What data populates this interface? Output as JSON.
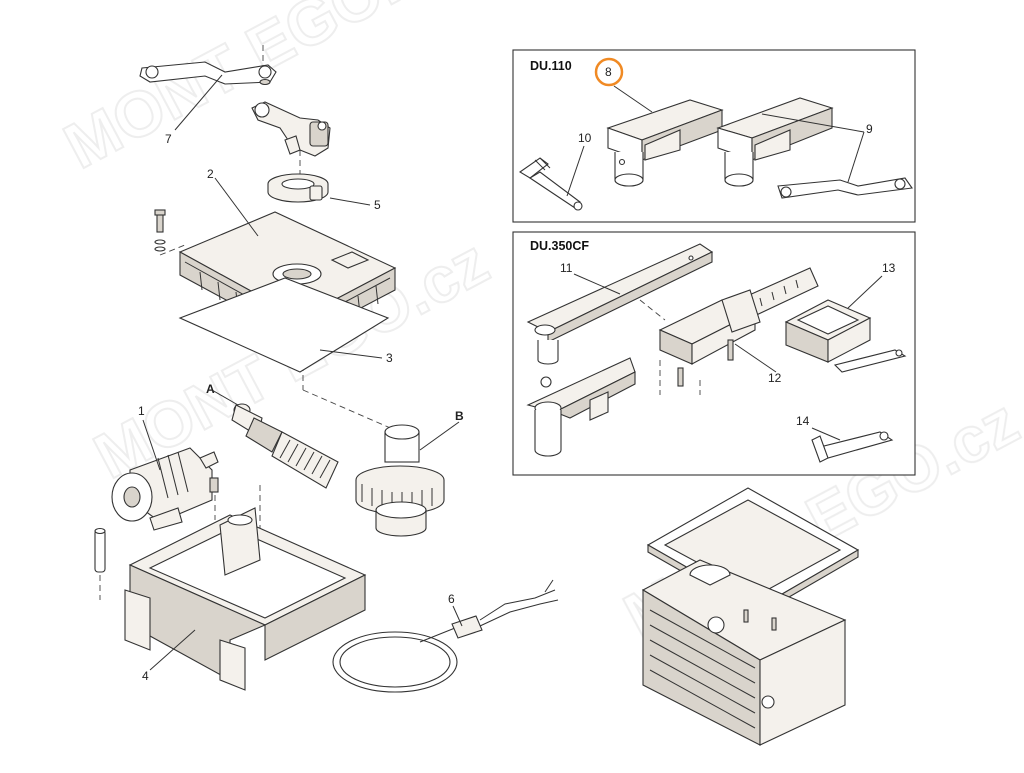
{
  "boxes": {
    "du110_title": "DU.110",
    "du350_title": "DU.350CF"
  },
  "callouts": {
    "p1": "1",
    "p2": "2",
    "p3": "3",
    "p4": "4",
    "p5": "5",
    "p6": "6",
    "p7": "7",
    "p8": "8",
    "p9": "9",
    "p10": "10",
    "p11": "11",
    "p12": "12",
    "p13": "13",
    "p14": "14",
    "pA": "A",
    "pB": "B"
  },
  "highlight": {
    "callout": "8",
    "color": "#f08a24"
  },
  "watermark": {
    "text": "MONT EGO.cz"
  }
}
